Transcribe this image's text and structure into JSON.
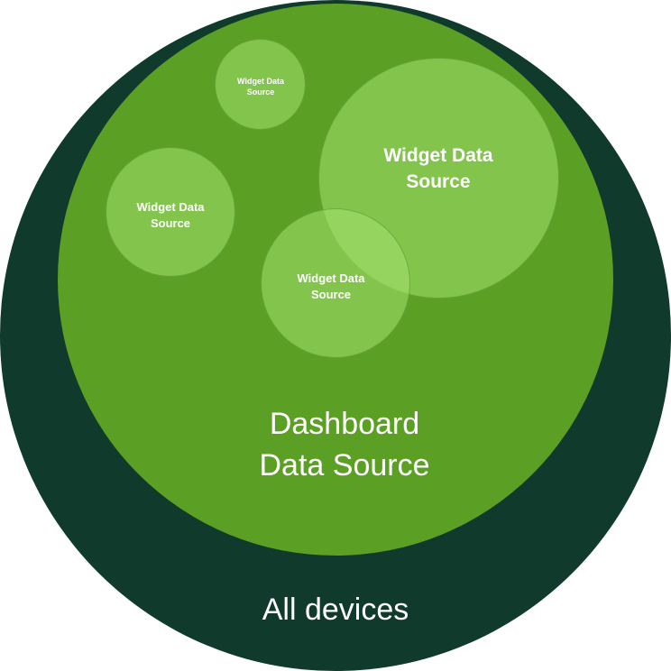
{
  "diagram": {
    "outer": {
      "label": "All devices",
      "color": "#0f3a2c"
    },
    "dashboard": {
      "label": "Dashboard\nData Source",
      "color": "#5b9f24"
    },
    "widgets": [
      {
        "label": "Widget Data\nSource"
      },
      {
        "label": "Widget Data\nSource"
      },
      {
        "label": "Widget Data\nSource"
      },
      {
        "label": "Widget Data\nSource"
      }
    ],
    "widget_fill_color": "#a4e16e"
  }
}
